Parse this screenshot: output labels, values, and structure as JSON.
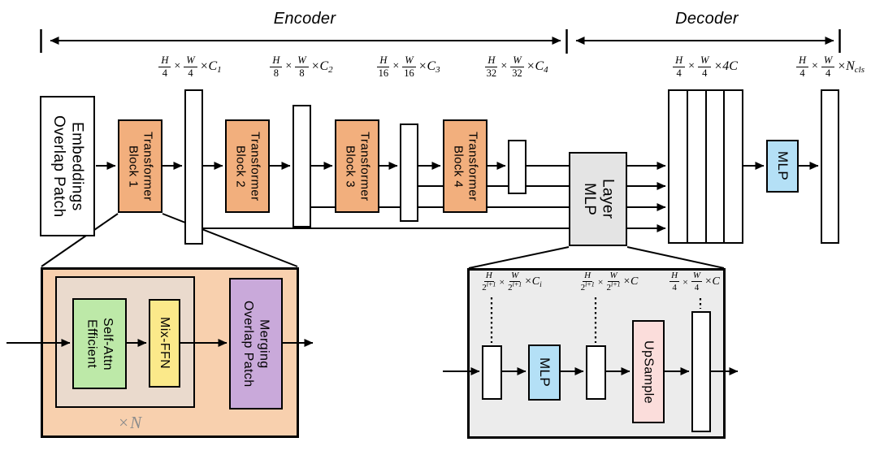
{
  "title": "SegFormer architecture diagram",
  "sym": {
    "times": "×"
  },
  "top": {
    "encoder_label": "Encoder",
    "decoder_label": "Decoder"
  },
  "dim_labels": [
    {
      "hn": "H",
      "hd": "4",
      "wn": "W",
      "wd": "4",
      "tail": "×C",
      "sub": "1"
    },
    {
      "hn": "H",
      "hd": "8",
      "wn": "W",
      "wd": "8",
      "tail": "×C",
      "sub": "2"
    },
    {
      "hn": "H",
      "hd": "16",
      "wn": "W",
      "wd": "16",
      "tail": "×C",
      "sub": "3"
    },
    {
      "hn": "H",
      "hd": "32",
      "wn": "W",
      "wd": "32",
      "tail": "×C",
      "sub": "4"
    },
    {
      "hn": "H",
      "hd": "4",
      "wn": "W",
      "wd": "4",
      "tail": "×4C",
      "sub": ""
    },
    {
      "hn": "H",
      "hd": "4",
      "wn": "W",
      "wd": "4",
      "tail": "×N",
      "sub": "cls"
    }
  ],
  "encoder": {
    "patch_embed": {
      "line1": "Overlap Patch",
      "line2": "Embeddings"
    },
    "blocks": [
      {
        "line1": "Transformer",
        "line2": "Block 1"
      },
      {
        "line1": "Transformer",
        "line2": "Block 2"
      },
      {
        "line1": "Transformer",
        "line2": "Block 3"
      },
      {
        "line1": "Transformer",
        "line2": "Block 4"
      }
    ]
  },
  "decoder": {
    "mlp_layer": {
      "line1": "MLP",
      "line2": "Layer"
    },
    "mlp": "MLP"
  },
  "block_detail": {
    "efficient_self_attn": {
      "line1": "Efficient",
      "line2": "Self-Attn"
    },
    "mix_ffn": "Mix-FFN",
    "overlap_patch_merging": {
      "line1": "Overlap Patch",
      "line2": "Merging"
    },
    "repeat": "×N"
  },
  "mlp_detail": {
    "labels": [
      {
        "hn": "H",
        "hd": "2",
        "hde": "i+1",
        "wn": "W",
        "wd": "2",
        "wde": "i+1",
        "tail": "×C",
        "sub": "i"
      },
      {
        "hn": "H",
        "hd": "2",
        "hde": "i+1",
        "wn": "W",
        "wd": "2",
        "wde": "i+1",
        "tail": "×C",
        "sub": ""
      },
      {
        "hn": "H",
        "hd": "4",
        "wn": "W",
        "wd": "4",
        "tail": "×C",
        "sub": ""
      }
    ],
    "mlp": "MLP",
    "upsample": "UpSample"
  },
  "palette": {
    "block_orange": "#F2AF7D",
    "detail_peach": "#F8D0AE",
    "inner_tan": "#EADACD",
    "attn_green": "#BDE9A8",
    "ffn_yellow": "#FBE98A",
    "merge_purple": "#C9A9DA",
    "mlp_blue": "#B4E0F6",
    "upsample_pink": "#FBDDDB",
    "mlp_layer_gray": "#E4E4E4",
    "detail_gray": "#ECECEC",
    "repeat_gray": "#8C8C8C"
  }
}
